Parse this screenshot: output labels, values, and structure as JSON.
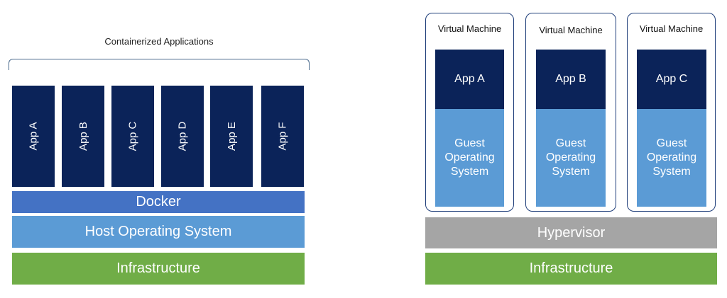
{
  "left": {
    "caption": "Containerized Applications",
    "apps": [
      "App A",
      "App B",
      "App C",
      "App D",
      "App E",
      "App F"
    ],
    "docker": "Docker",
    "host_os": "Host Operating System",
    "infrastructure": "Infrastructure"
  },
  "right": {
    "vms": [
      {
        "title": "Virtual Machine",
        "app": "App A",
        "os": "Guest Operating System"
      },
      {
        "title": "Virtual Machine",
        "app": "App B",
        "os": "Guest Operating System"
      },
      {
        "title": "Virtual Machine",
        "app": "App C",
        "os": "Guest Operating System"
      }
    ],
    "hypervisor": "Hypervisor",
    "infrastructure": "Infrastructure"
  },
  "colors": {
    "app_navy": "#0b2359",
    "docker_blue": "#4472c4",
    "os_blue": "#5b9bd5",
    "infrastructure_green": "#70ad47",
    "hypervisor_gray": "#a5a5a5"
  }
}
